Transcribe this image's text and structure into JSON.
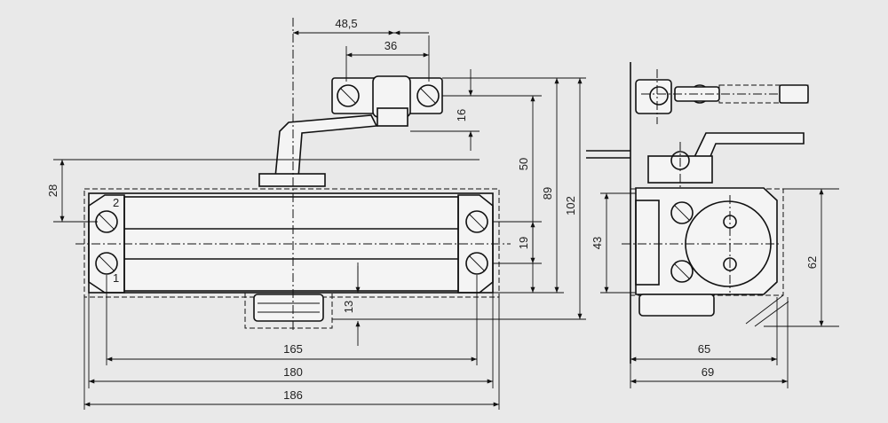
{
  "dimensions": {
    "d_48_5": "48,5",
    "d_36": "36",
    "d_16": "16",
    "d_50": "50",
    "d_89": "89",
    "d_102": "102",
    "d_28": "28",
    "d_19": "19",
    "d_13": "13",
    "d_165": "165",
    "d_180": "180",
    "d_186": "186",
    "d_43": "43",
    "d_62": "62",
    "d_65": "65",
    "d_69": "69"
  },
  "labels": {
    "mark_2": "2",
    "mark_1": "1"
  },
  "colors": {
    "background": "#e9e9e9",
    "line": "#111111",
    "part_fill": "#f4f4f4"
  }
}
